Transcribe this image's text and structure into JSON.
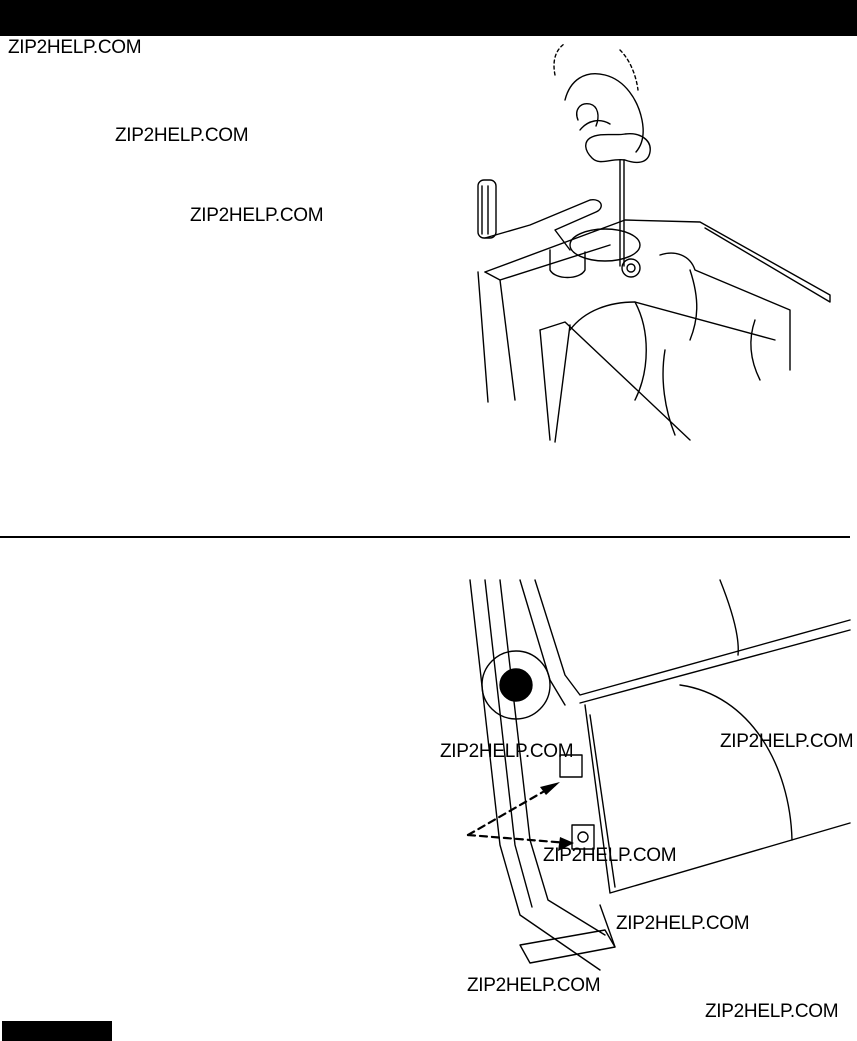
{
  "watermarks": [
    "ZIP2HELP.COM",
    "ZIP2HELP.COM",
    "ZIP2HELP.COM",
    "ZIP2HELP.COM",
    "ZIP2HELP.COM",
    "ZIP2HELP.COM",
    "ZIP2HELP.COM",
    "ZIP2HELP.COM",
    "ZIP2HELP.COM"
  ],
  "colors": {
    "ink": "#000000",
    "paper": "#ffffff"
  },
  "icons": [
    "hex-key-illustration",
    "roller-illustration",
    "bracket-detail-illustration",
    "dashed-arrow-pointer"
  ]
}
